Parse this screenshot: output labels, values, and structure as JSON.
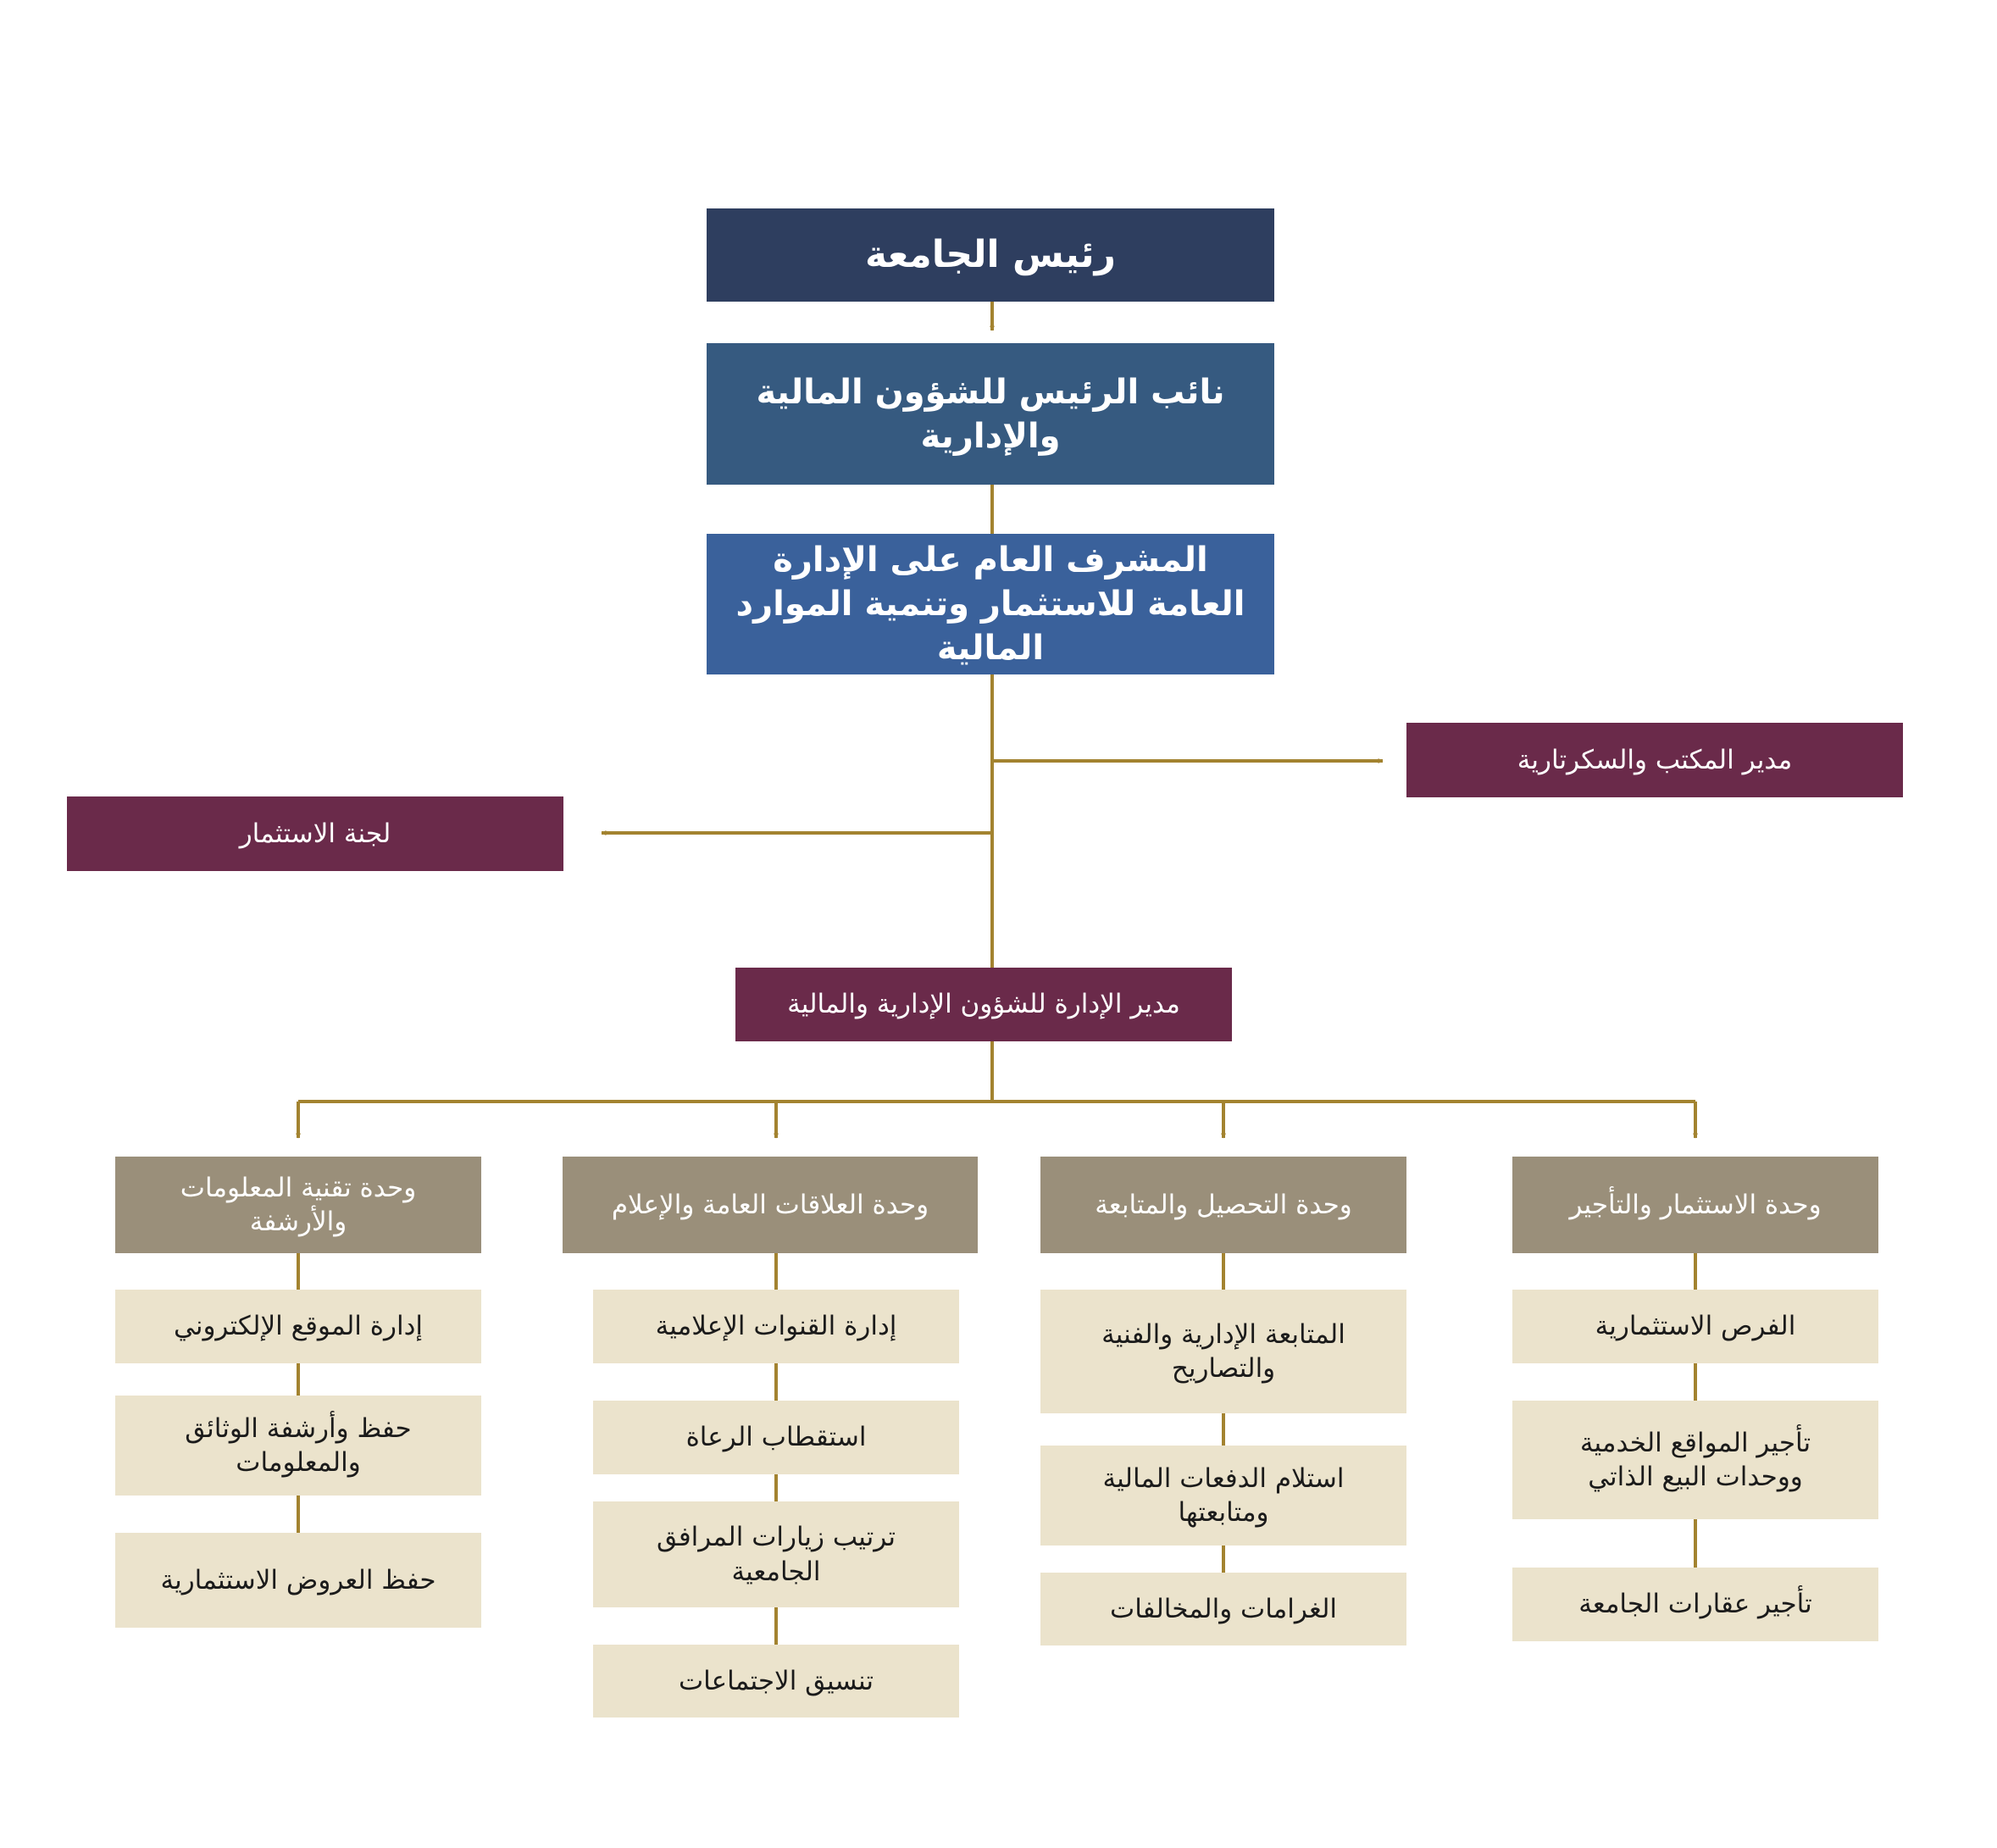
{
  "colors": {
    "connector": "#a38330",
    "president": "#2e3e5f",
    "vice_president": "#365a80",
    "supervisor": "#3a619b",
    "plum": "#6a2a4a",
    "unit": "#9a8f7a",
    "task": "#ebe3cc"
  },
  "president": "رئيس الجامعة",
  "vice_president": "نائب الرئيس للشؤون المالية والإدارية",
  "general_supervisor": "المشرف العام على الإدارة العامة للاستثمار وتنمية الموارد المالية",
  "office_manager": "مدير المكتب والسكرتارية",
  "investment_committee": "لجنة الاستثمار",
  "admin_finance_director": "مدير الإدارة للشؤون الإدارية والمالية",
  "units": [
    {
      "name": "وحدة الاستثمار والتأجير",
      "tasks": [
        "الفرص الاستثمارية",
        "تأجير المواقع الخدمية ووحدات البيع الذاتي",
        "تأجير عقارات الجامعة"
      ]
    },
    {
      "name": "وحدة التحصيل والمتابعة",
      "tasks": [
        "المتابعة الإدارية والفنية والتصاريح",
        "استلام الدفعات المالية ومتابعتها",
        "الغرامات والمخالفات"
      ]
    },
    {
      "name": "وحدة العلاقات العامة والإعلام",
      "tasks": [
        "إدارة القنوات الإعلامية",
        "استقطاب الرعاة",
        "ترتيب زيارات المرافق الجامعية",
        "تنسيق الاجتماعات"
      ]
    },
    {
      "name": "وحدة تقنية المعلومات والأرشفة",
      "tasks": [
        "إدارة الموقع الإلكتروني",
        "حفظ وأرشفة الوثائق والمعلومات",
        "حفظ العروض الاستثمارية"
      ]
    }
  ]
}
